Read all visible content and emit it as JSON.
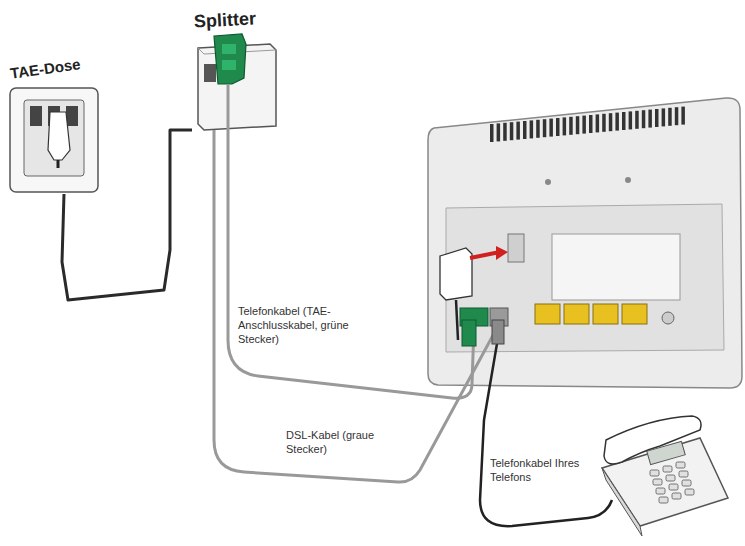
{
  "diagram": {
    "nodes": [
      {
        "text": [
          "TAE-Dose"
        ]
      },
      {
        "text": [
          "Splitter"
        ]
      }
    ],
    "edges": [
      {
        "from": 0,
        "to": 1,
        "arrow": "none"
      }
    ],
    "labels": [
      "Telefonkabel (TAE-Anschlusskabel, grüne Stecker)",
      "DSL-Kabel (graue Stecker)",
      "Telefonkabel Ihres Telefons"
    ]
  }
}
